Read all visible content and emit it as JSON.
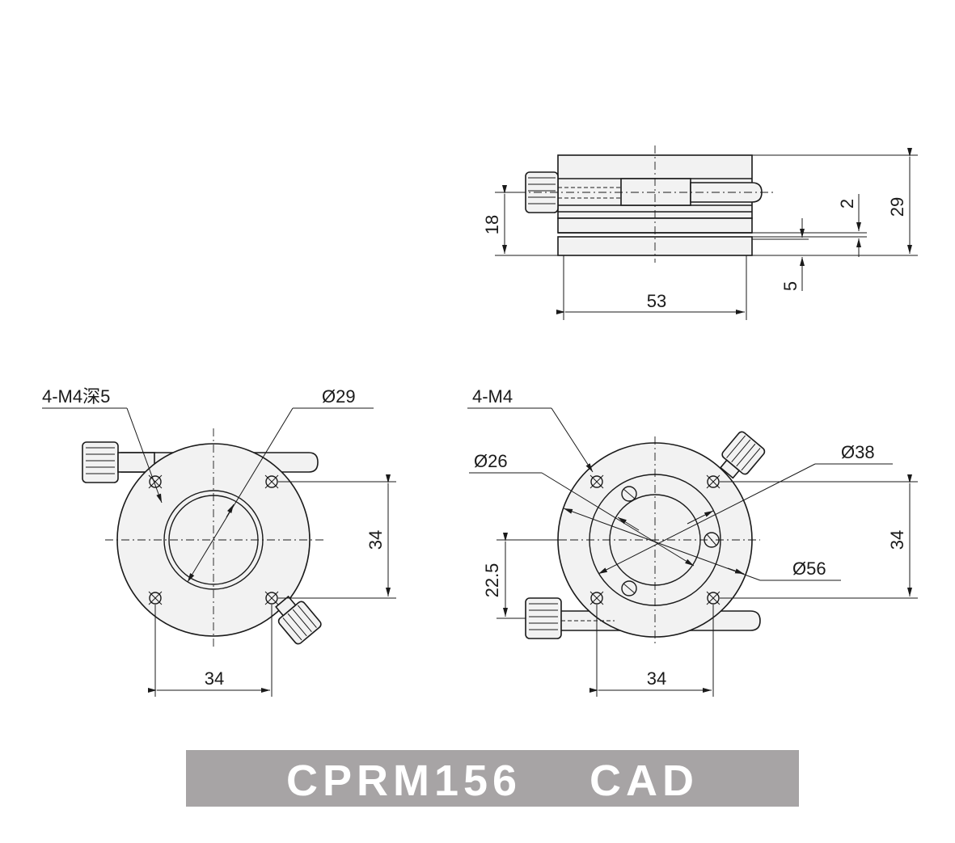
{
  "side_view": {
    "dim_height_total": "29",
    "dim_knob_height": "18",
    "dim_groove": "2",
    "dim_base": "5",
    "dim_width": "53"
  },
  "front_view_left": {
    "callout_thread": "4-M4深5",
    "callout_diameter": "Ø29",
    "dim_hole_spacing_vertical": "34",
    "dim_hole_spacing_horizontal": "34"
  },
  "front_view_right": {
    "callout_thread": "4-M4",
    "callout_inner_diameter": "Ø26",
    "callout_ring_diameter": "Ø38",
    "callout_outer_diameter": "Ø56",
    "dim_knob_offset": "22.5",
    "dim_hole_spacing_vertical": "34",
    "dim_hole_spacing_horizontal": "34"
  },
  "banner": {
    "title": "CPRM156    CAD",
    "background_color": "#a7a4a5",
    "text_color": "#ffffff"
  }
}
